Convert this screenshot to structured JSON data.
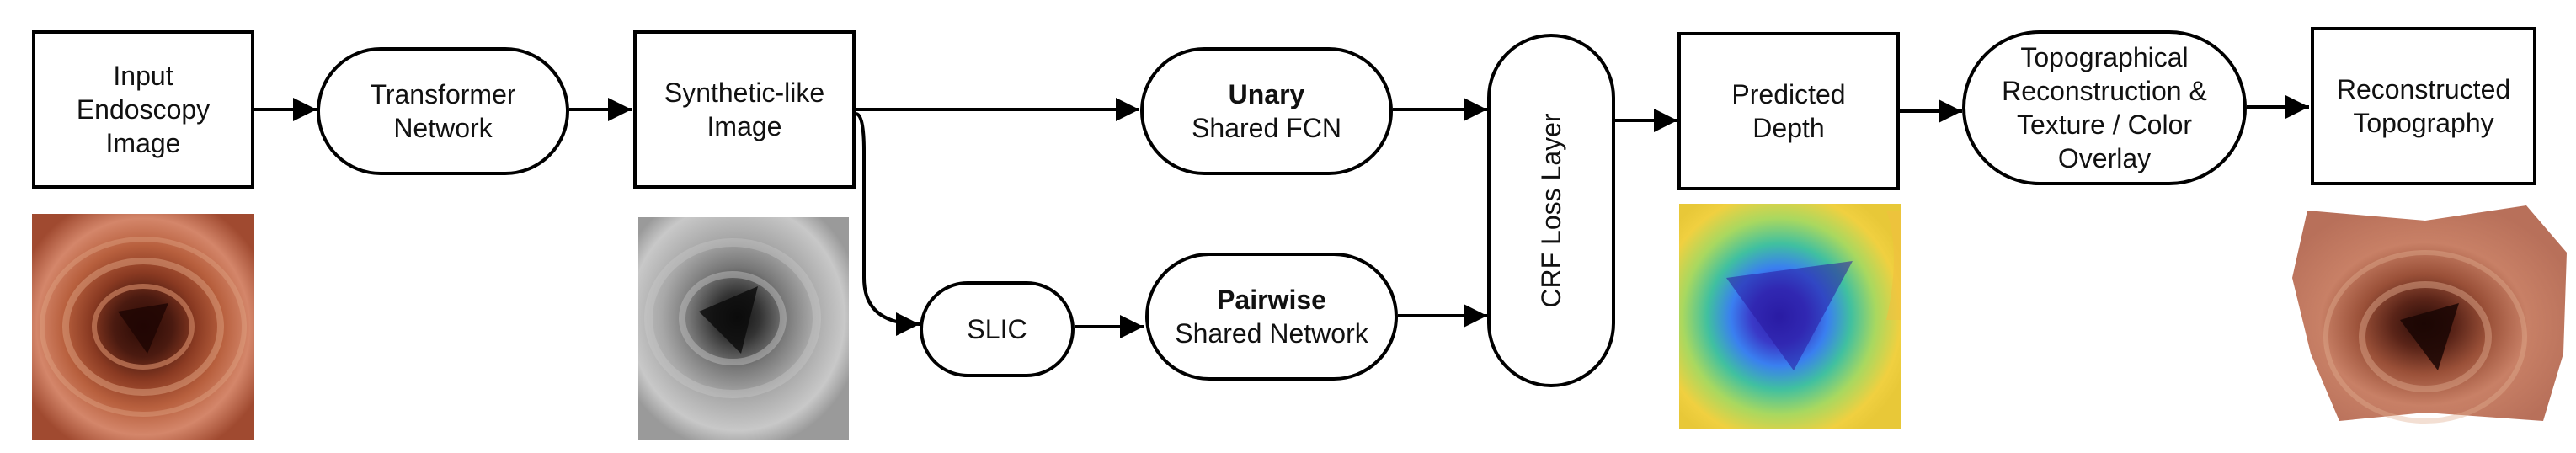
{
  "nodes": {
    "input": {
      "lines": [
        "Input",
        "Endoscopy",
        "Image"
      ]
    },
    "transformer": {
      "lines": [
        "Transformer",
        "Network"
      ]
    },
    "synthetic": {
      "lines": [
        "Synthetic-like",
        "Image"
      ]
    },
    "unary": {
      "title": "Unary",
      "subtitle": "Shared FCN"
    },
    "slic": {
      "label": "SLIC"
    },
    "pairwise": {
      "title": "Pairwise",
      "subtitle": "Shared Network"
    },
    "crf": {
      "label": "CRF Loss Layer"
    },
    "depth": {
      "lines": [
        "Predicted",
        "Depth"
      ]
    },
    "topo": {
      "lines": [
        "Topographical",
        "Reconstruction &",
        "Texture / Color",
        "Overlay"
      ]
    },
    "recon": {
      "lines": [
        "Reconstructed",
        "Topography"
      ]
    }
  },
  "images": {
    "input": {
      "kind": "endoscopy-photo",
      "colors": [
        "#7a2a1a",
        "#b35a3a",
        "#d88a6a",
        "#3a0f08"
      ]
    },
    "synthetic": {
      "kind": "grayscale-render",
      "colors": [
        "#d0d0d0",
        "#9a9a9a",
        "#555555",
        "#1a1a1a"
      ]
    },
    "depth": {
      "kind": "depth-heatmap",
      "colors": [
        "#f0c040",
        "#c8e060",
        "#40c0a0",
        "#3a7ff0",
        "#3a2ab0"
      ]
    },
    "reconstruction": {
      "kind": "3d-textured-surface",
      "colors": [
        "#b8705a",
        "#d9a080",
        "#6a3020",
        "#2a0c08"
      ]
    }
  },
  "colors": {
    "stroke": "#000000",
    "background": "#ffffff"
  }
}
